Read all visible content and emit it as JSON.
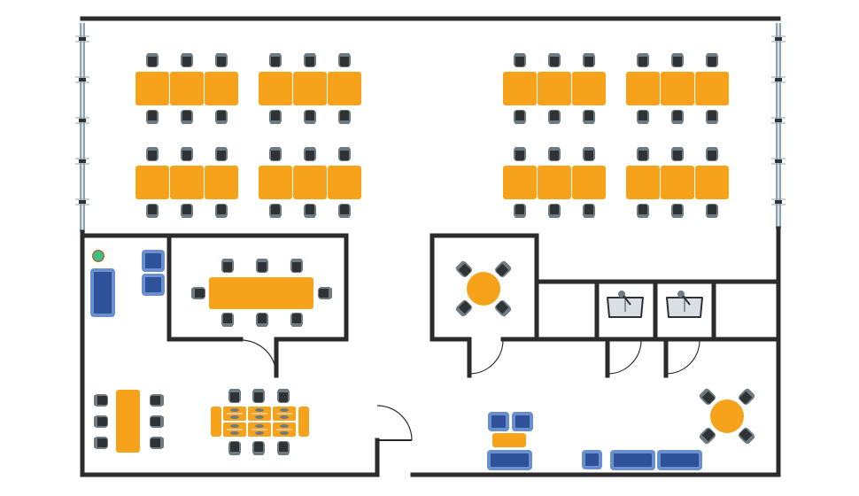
{
  "colors": {
    "wall": "#2b2b2b",
    "floor": "#ffffff",
    "table": "#f7a21b",
    "chair_body": "#2f3336",
    "chair_back": "#6e7b83",
    "sofa_outer": "#6a8fcf",
    "sofa_inner": "#2e5199",
    "window_frame": "#8fa4ad",
    "window_glass": "#d7e3e8",
    "sink": "#d9dfe4",
    "plant": "#3cbf8a",
    "plant_pot": "#a86b2d"
  },
  "plan": {
    "desk_clusters": 8,
    "desks_per_cluster": 6,
    "meeting_room_seats": 8,
    "round_table_seats": 4,
    "restroom_sinks": 2
  }
}
